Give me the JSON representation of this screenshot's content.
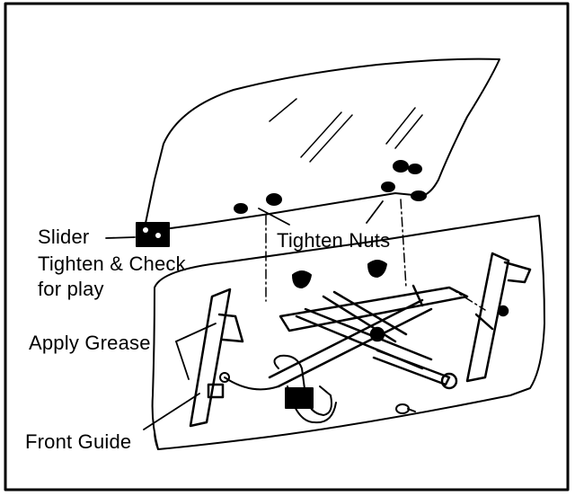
{
  "diagram": {
    "labels": {
      "slider": "Slider",
      "tighten_check": "Tighten & Check",
      "for_play": "for  play",
      "tighten_nuts": "Tighten Nuts",
      "apply_grease": "Apply Grease",
      "front_guide": "Front Guide"
    }
  }
}
